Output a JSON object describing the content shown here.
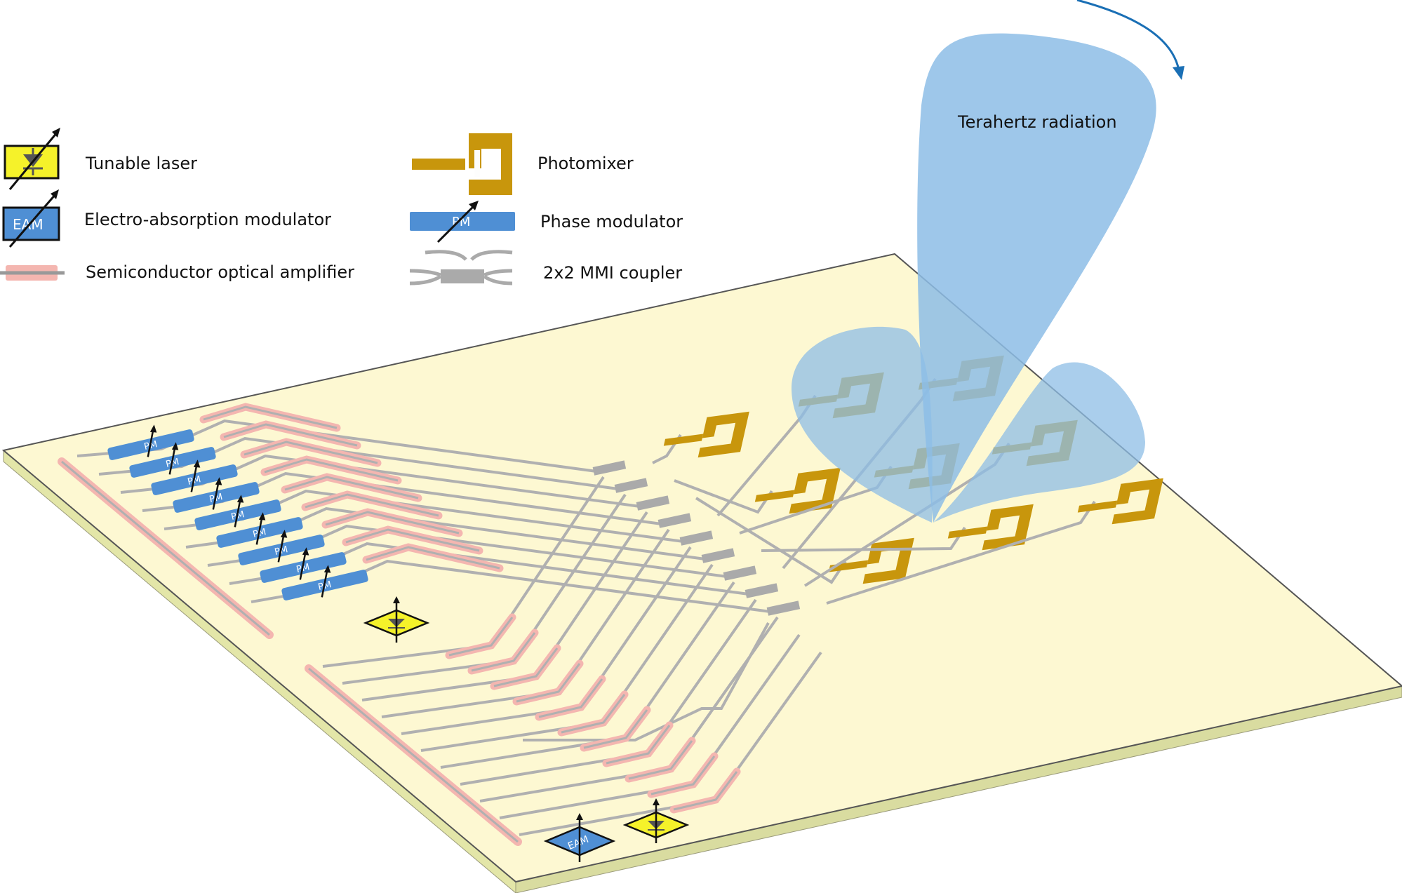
{
  "legend": {
    "tunable_laser": "Tunable laser",
    "eam": "Electro-absorption modulator",
    "soa": "Semiconductor optical amplifier",
    "photomixer": "Photomixer",
    "phase_modulator": "Phase modulator",
    "mmi": "2x2 MMI coupler"
  },
  "symbols": {
    "eam_label": "EAM",
    "pm_label": "PM"
  },
  "beam_label": "Terahertz radiation",
  "colors": {
    "chip": "#fdf8d2",
    "chip_edge": "#e3e6a8",
    "waveguide": "#b0b0b0",
    "soa": "#f4b6b0",
    "modulator": "#4f8fd4",
    "laser": "#f5f22a",
    "antenna": "#c8960c",
    "beam": "#8dbde6",
    "arrow": "#1a6fb5"
  }
}
